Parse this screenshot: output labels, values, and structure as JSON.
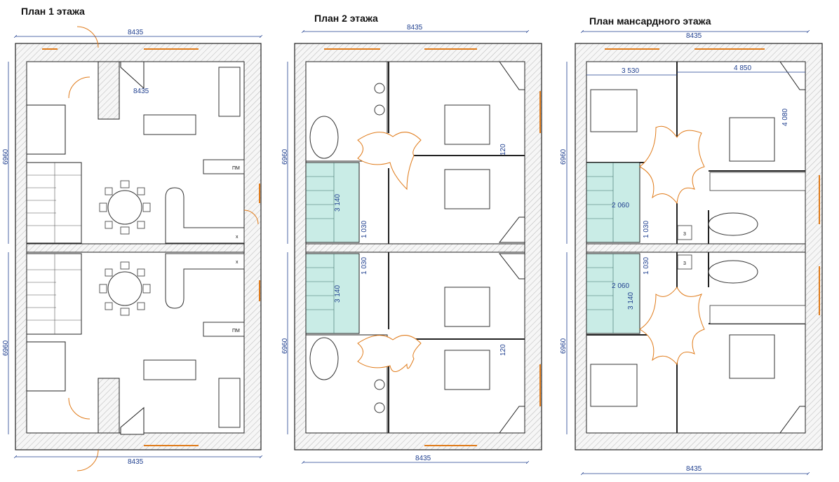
{
  "titles": {
    "floor1": "План 1 этажа",
    "floor2": "План 2 этажа",
    "attic": "План мансардного этажа"
  },
  "dims": {
    "width": "8435",
    "height": "6960",
    "d3530": "3 530",
    "d4850": "4 850",
    "d4080": "4 080",
    "d3140": "3 140",
    "d1030": "1 030",
    "d2060": "2 060",
    "d120": "120"
  },
  "labels": {
    "pm": "ПМ",
    "x": "х",
    "three": "3"
  },
  "colors": {
    "wall": "#222222",
    "wall_fill": "#f4f4f4",
    "door": "#e07b1a",
    "window": "#e07b1a",
    "stair": "#c9ece6",
    "dim_line": "#1f3f8f"
  }
}
